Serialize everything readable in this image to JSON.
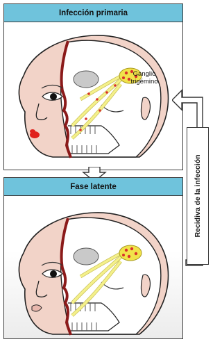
{
  "panels": {
    "top": {
      "title": "Infección primaria",
      "ganglion_label_line1": "Ganglio",
      "ganglion_label_line2": "trigémino"
    },
    "bottom": {
      "title": "Fase latente"
    }
  },
  "side_label": "Recidiva de la infección",
  "colors": {
    "header": "#6fc3dc",
    "skin": "#f2d3c8",
    "nerve": "#f4f08a",
    "ganglion": "#f1e24a",
    "virus": "#d9302b",
    "lesion": "#e0201c",
    "bone_gray": "#c9c9c9"
  },
  "icons": [
    "down-arrow-icon",
    "return-arrow-icon"
  ]
}
